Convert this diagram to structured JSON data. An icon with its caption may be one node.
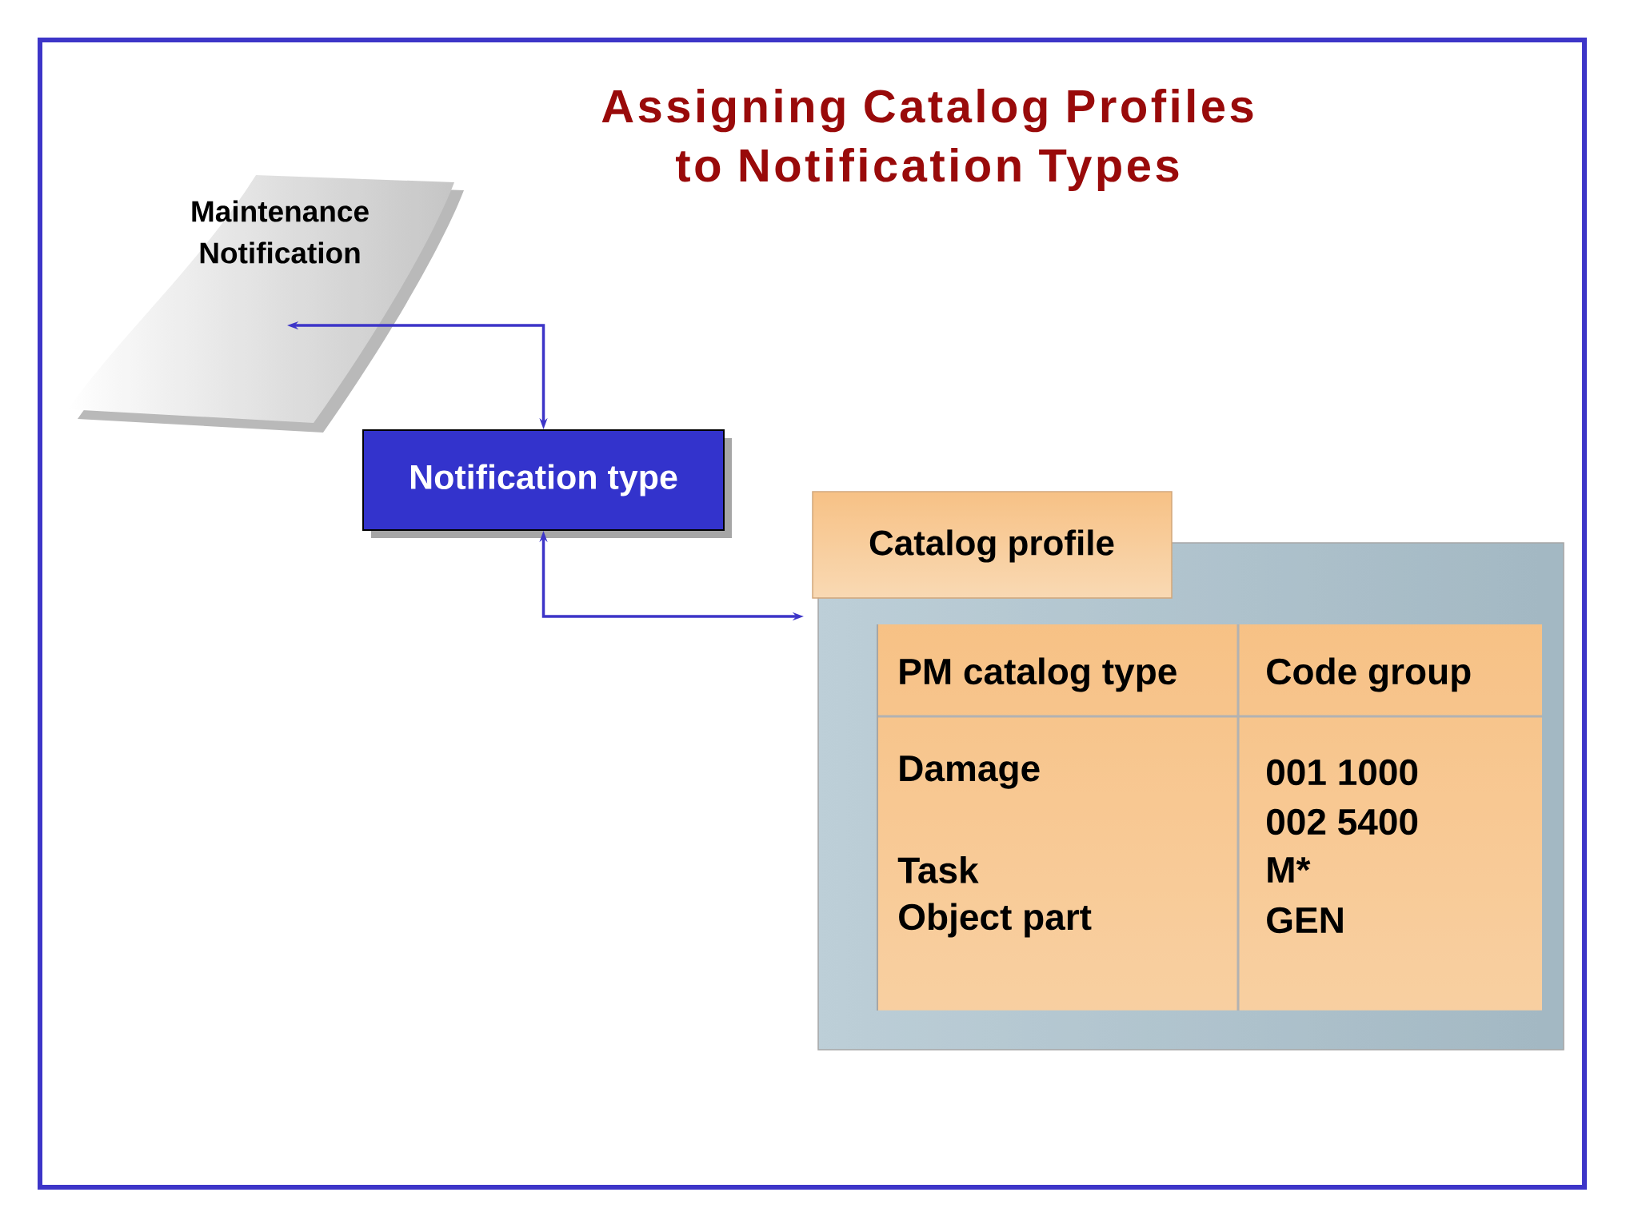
{
  "diagram": {
    "title": "Assigning Catalog Profiles to Notification Types",
    "nodes": [
      {
        "text": [
          "Maintenance Notification"
        ]
      },
      {
        "text": [
          "Notification type"
        ]
      },
      {
        "text": [
          "Catalog profile"
        ]
      }
    ],
    "edges": [
      {
        "from": 0,
        "to": 1,
        "arrow": "both"
      },
      {
        "from": 1,
        "to": 2,
        "arrow": "both"
      }
    ],
    "labels": [
      "PM catalog type",
      "Code group",
      "Damage",
      "001 1000",
      "002 5400",
      "Task",
      "M*",
      "Object part",
      "GEN"
    ]
  }
}
